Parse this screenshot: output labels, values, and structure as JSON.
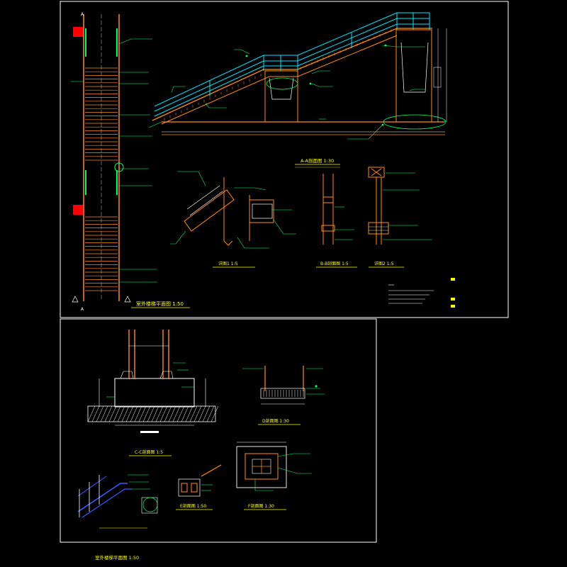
{
  "drawing": {
    "plan_title": "室外楼梯平面图  1:50",
    "section_aa_title": "A-A剖面图  1:30",
    "node1_title": "详图1  1:5",
    "section_bb_title": "B-B剖面图  1:5",
    "node2_title": "详图2  1:5",
    "section_cc_title": "C-C剖面图  1:5",
    "section_d_title": "D剖面图  1:30",
    "section_e_title": "E剖面图  1:50",
    "section_f_title": "F剖面图  1:30",
    "bottom_caption": "室外楼梯平面图 1:50",
    "grid_marker_a": "A",
    "grid_marker_a2": "A"
  },
  "colors": {
    "background": "#000000",
    "frame": "#ffffff",
    "stair": "#ff8c1a",
    "railing": "#00e5ff",
    "annotation": "#00ff66",
    "text": "#ffff00",
    "marker": "#ff0000",
    "blue_rail": "#3a5bff"
  }
}
